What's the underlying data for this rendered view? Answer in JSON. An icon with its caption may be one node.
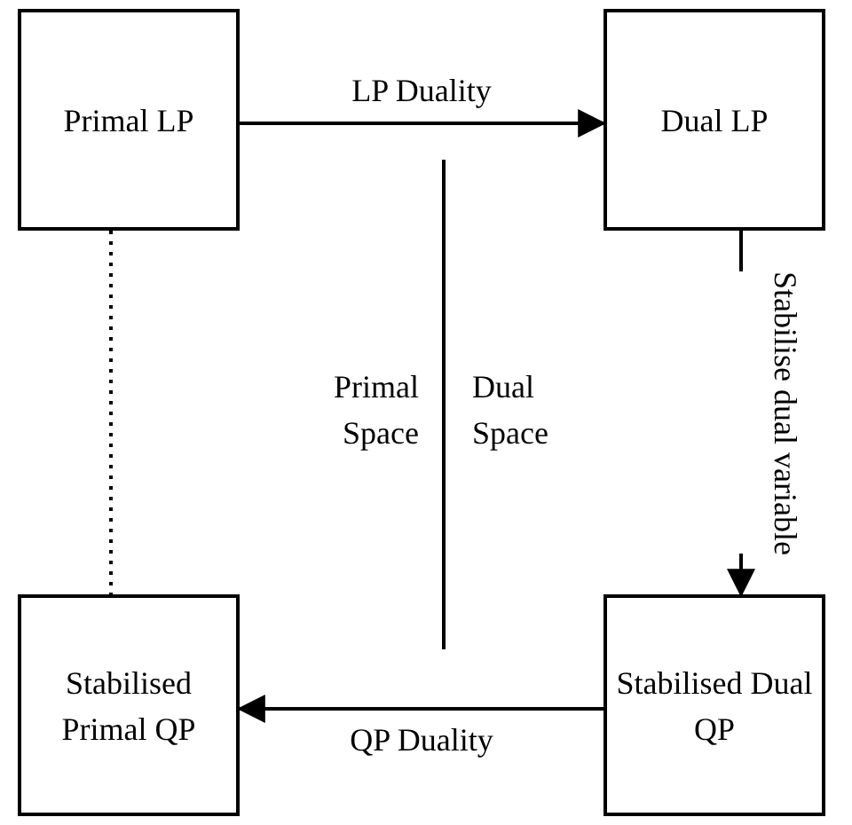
{
  "diagram": {
    "nodes": [
      {
        "text": [
          "Primal LP"
        ]
      },
      {
        "text": [
          "Dual LP"
        ]
      },
      {
        "text": [
          "Stabilised Primal QP"
        ]
      },
      {
        "text": [
          "Stabilised Dual QP"
        ]
      }
    ],
    "edges": [
      {
        "from": 0,
        "to": 1,
        "arrow": "to",
        "label": "LP Duality"
      },
      {
        "from": 1,
        "to": 3,
        "arrow": "to",
        "label": "Stabilise dual variable"
      },
      {
        "from": 3,
        "to": 2,
        "arrow": "to",
        "label": "QP Duality"
      },
      {
        "from": 0,
        "to": 2,
        "arrow": "none",
        "style": "dashed"
      }
    ],
    "labels": [
      "Primal Space",
      "Dual Space"
    ]
  }
}
